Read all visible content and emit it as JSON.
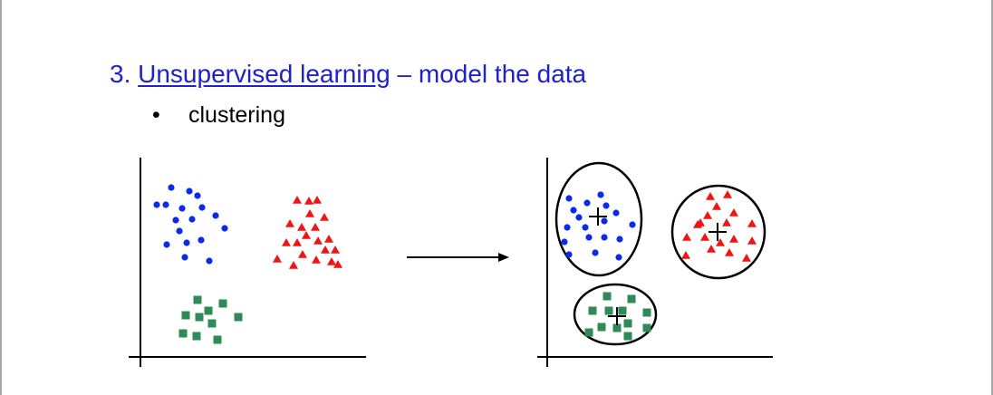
{
  "slide": {
    "title_prefix": "3. ",
    "title_link": "Unsupervised learning",
    "title_suffix": " – model the data",
    "bullet_symbol": "•",
    "bullet_text": "clustering"
  },
  "colors": {
    "title": "#1f22c9",
    "cluster_blue": "#0a2be8",
    "cluster_red": "#f01414",
    "cluster_green": "#2e8b57",
    "axis": "#000000"
  },
  "diagram": {
    "left_panel": "unlabeled-data",
    "arrow": "arrow-right",
    "right_panel": "clustered-data",
    "cluster_shapes": [
      "circle",
      "triangle",
      "square"
    ],
    "centroid_marker": "plus-icon"
  }
}
